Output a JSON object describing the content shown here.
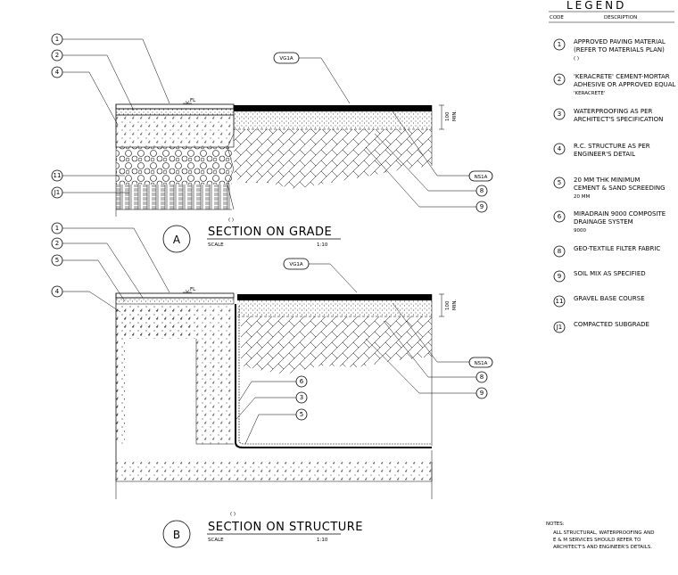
{
  "sections": [
    {
      "letter": "A",
      "title": "SECTION ON GRADE",
      "paren": "(      )",
      "scale_label": "SCALE",
      "scale_value": "1:10",
      "level": "FL",
      "tags": [
        "VG1A",
        "NS1A"
      ],
      "dim": [
        "100",
        "MIN."
      ]
    },
    {
      "letter": "B",
      "title": "SECTION ON STRUCTURE",
      "paren": "(    )",
      "scale_label": "SCALE",
      "scale_value": "1:10",
      "level": "FL",
      "tags": [
        "VG1A",
        "NS1A"
      ],
      "dim": [
        "100",
        "MIN."
      ]
    }
  ],
  "callouts_a_left": [
    "1",
    "2",
    "4",
    "11",
    "J1"
  ],
  "callouts_a_right": [
    "8",
    "9"
  ],
  "callouts_b_left": [
    "1",
    "2",
    "5",
    "4"
  ],
  "callouts_b_mid": [
    "6",
    "3",
    "5"
  ],
  "callouts_b_right": [
    "8",
    "9"
  ],
  "legend": {
    "title": "LEGEND",
    "code_header": "CODE",
    "desc_header": "DESCRIPTION",
    "items": [
      {
        "code": "1",
        "lines": [
          "APPROVED PAVING MATERIAL",
          "(REFER TO MATERIALS PLAN)"
        ],
        "note": "( )"
      },
      {
        "code": "2",
        "lines": [
          "'KERACRETE' CEMENT-MORTAR",
          "ADHESIVE OR APPROVED EQUAL"
        ],
        "note": "'KERACRETE'"
      },
      {
        "code": "3",
        "lines": [
          "WATERPROOFING AS PER",
          "ARCHITECT'S SPECIFICATION"
        ],
        "note": ""
      },
      {
        "code": "4",
        "lines": [
          "R.C. STRUCTURE AS PER",
          "ENGINEER'S DETAIL"
        ],
        "note": ""
      },
      {
        "code": "5",
        "lines": [
          "20 MM THK MINIMUM",
          "CEMENT & SAND SCREEDING"
        ],
        "note": "20 MM"
      },
      {
        "code": "6",
        "lines": [
          "MIRADRAIN 9000 COMPOSITE",
          "DRAINAGE SYSTEM"
        ],
        "note": "9000"
      },
      {
        "code": "8",
        "lines": [
          "GEO-TEXTILE FILTER FABRIC"
        ],
        "note": ""
      },
      {
        "code": "9",
        "lines": [
          "SOIL MIX AS SPECIFIED"
        ],
        "note": ""
      },
      {
        "code": "11",
        "lines": [
          "GRAVEL BASE COURSE"
        ],
        "note": ""
      },
      {
        "code": "J1",
        "lines": [
          "COMPACTED SUBGRADE"
        ],
        "note": ""
      }
    ]
  },
  "notes": {
    "heading": "NOTES:",
    "lines": [
      "ALL STRUCTURAL, WATERPROOFING AND",
      "E & M SERVICES SHOULD REFER TO",
      "ARCHITECT'S AND ENGINEER'S DETAILS."
    ]
  }
}
